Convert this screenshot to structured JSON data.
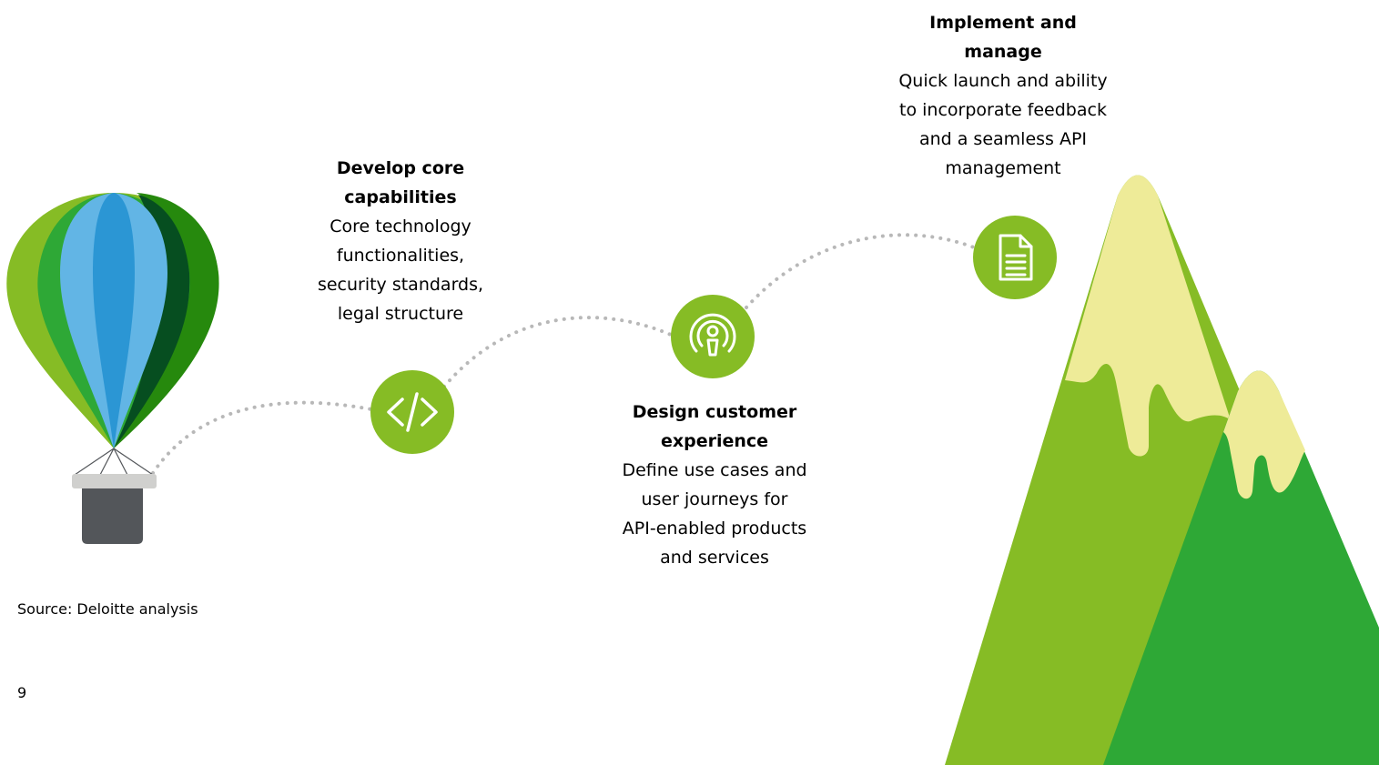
{
  "steps": [
    {
      "title": "Develop core capabilities",
      "title_lines": [
        "Develop core",
        "capabilities"
      ],
      "desc_lines": [
        "Core technology",
        "functionalities,",
        "security standards,",
        "legal structure"
      ],
      "icon": "code-icon"
    },
    {
      "title": "Design customer experience",
      "title_lines": [
        "Design customer",
        "experience"
      ],
      "desc_lines": [
        "Define use cases and",
        "user journeys for",
        "API-enabled products",
        "and services"
      ],
      "icon": "broadcast-person-icon"
    },
    {
      "title": "Implement and manage",
      "title_lines": [
        "Implement and",
        "manage"
      ],
      "desc_lines": [
        "Quick launch and ability",
        "to incorporate feedback",
        "and a seamless API",
        "management"
      ],
      "icon": "document-icon"
    }
  ],
  "source": "Source: Deloitte analysis",
  "page_number": "9",
  "illustrations": {
    "balloon": "hot-air-balloon-illustration",
    "mountains": "mountain-peaks-illustration"
  },
  "colors": {
    "icon_green": "#86bc25",
    "mountain_light": "#86bc25",
    "mountain_dark": "#2ea836",
    "snow": "#eeeb98",
    "basket": "#53565a",
    "path_dots": "#b8b8b8"
  }
}
